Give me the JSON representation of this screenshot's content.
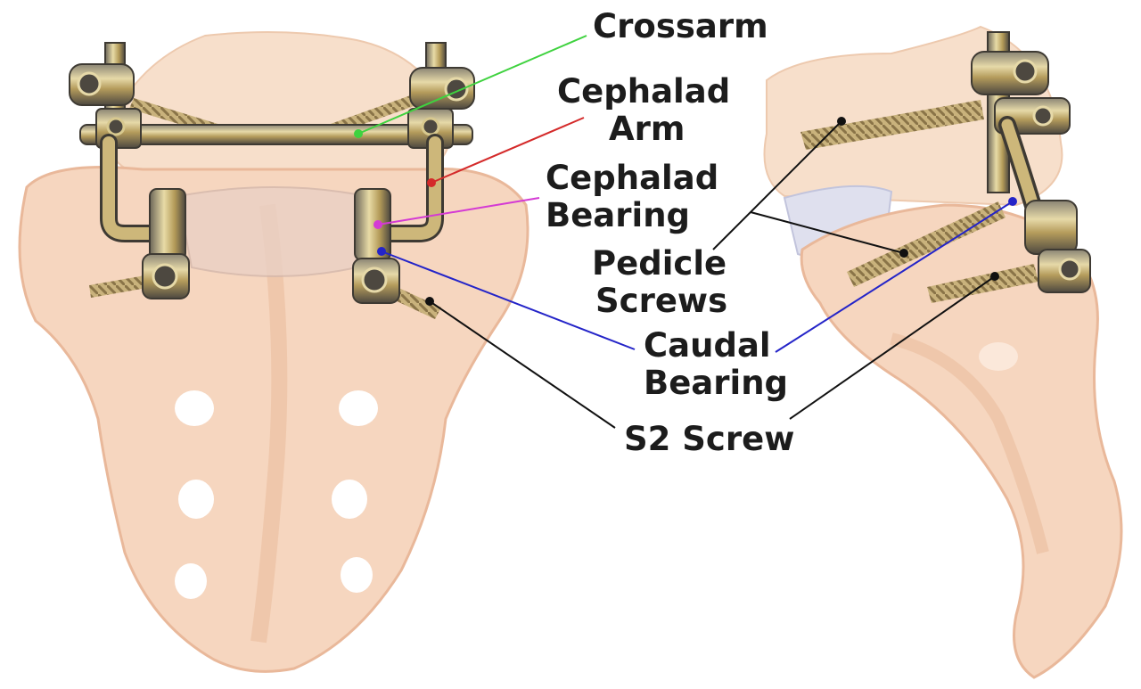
{
  "labels": {
    "crossarm": "Crossarm",
    "cephalad_arm_1": "Cephalad",
    "cephalad_arm_2": "Arm",
    "cephalad_bearing_1": "Cephalad",
    "cephalad_bearing_2": "Bearing",
    "pedicle_screws_1": "Pedicle",
    "pedicle_screws_2": "Screws",
    "caudal_bearing_1": "Caudal",
    "caudal_bearing_2": "Bearing",
    "s2_screw": "S2 Screw"
  },
  "colors": {
    "bone": "#f6d6bf",
    "bone_edge": "#e9b89a",
    "metal": "#c7b27a",
    "metal_dark": "#5a5246",
    "crossarm_line": "#3fd23f",
    "cephalad_arm_line": "#d42a2a",
    "cephalad_bearing_line": "#d43ad4",
    "caudal_bearing_line": "#2424c8",
    "leader_black": "#111111"
  },
  "icons": {
    "posterior_view": "sacrum-posterior-illustration",
    "lateral_view": "sacrum-lateral-illustration"
  }
}
